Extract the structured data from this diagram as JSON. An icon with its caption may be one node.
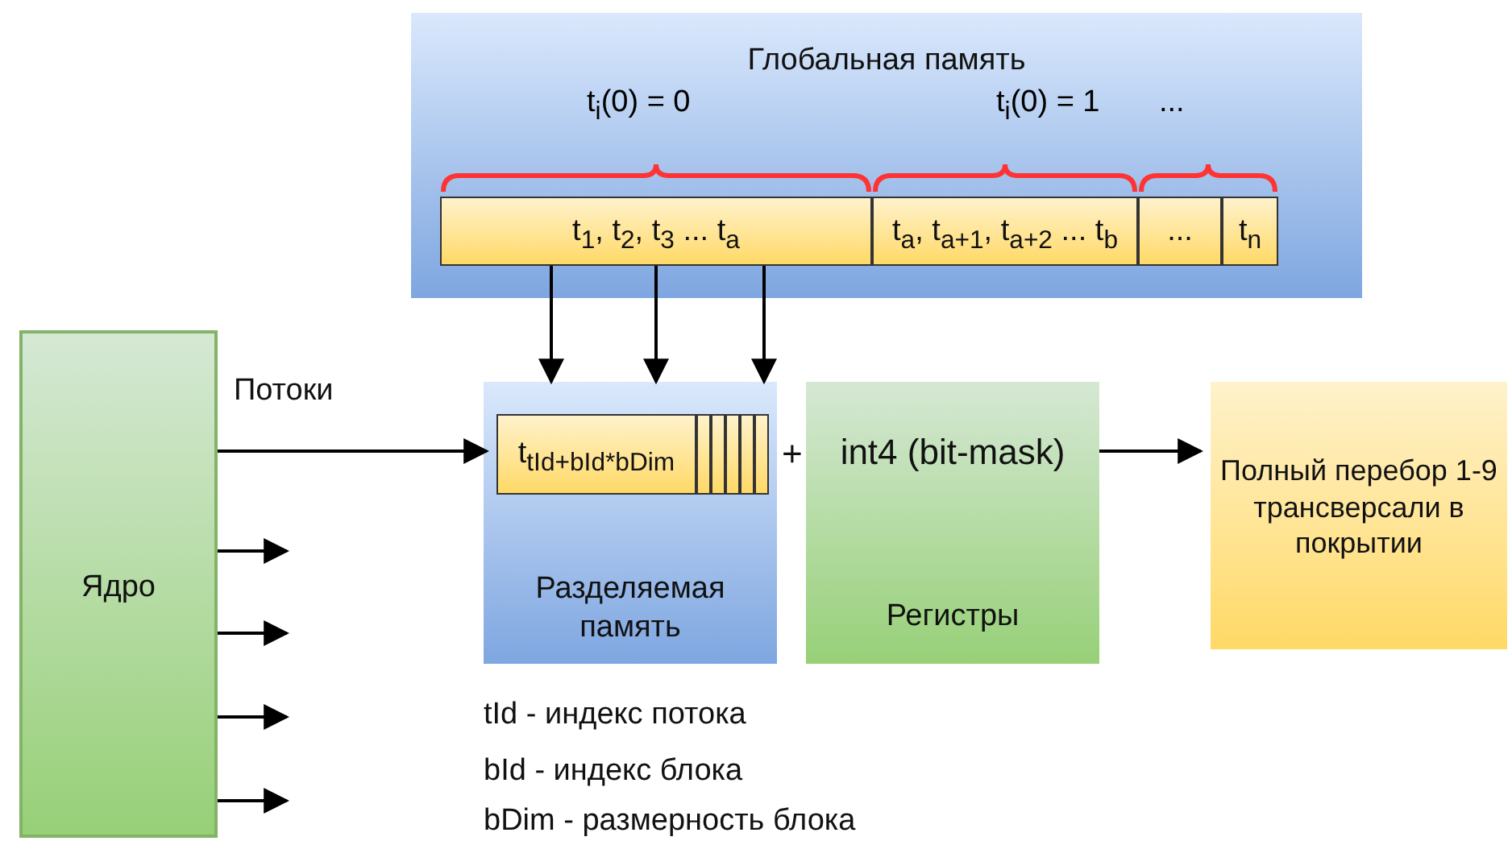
{
  "diagram": {
    "nodes": [
      {
        "text": [
          "Глобальная память"
        ]
      },
      {
        "text": [
          "t$_{1}$, t$_{2}$, t$_{3}$ ... t$_{a}$"
        ],
        "beside": [
          "t$_{i}$(0) = 0"
        ],
        "in": 0
      },
      {
        "text": [
          "t$_{a}$, t$_{a+1}$, t$_{a+2}$ ... t$_{b}$"
        ],
        "beside": [
          "t$_{i}$(0) = 1"
        ],
        "in": 0
      },
      {
        "text": [
          "..."
        ],
        "beside": [
          "..."
        ],
        "in": 0
      },
      {
        "text": [
          "t$_{n}$"
        ],
        "in": 0
      },
      {
        "text": [
          "Ядро"
        ]
      },
      {
        "text": [
          "Разделяемая память"
        ]
      },
      {
        "text": [
          "t$_{tId+bId*bDim}$"
        ],
        "in": 6
      },
      {
        "text": [],
        "shape": "box",
        "in": 6
      },
      {
        "text": [],
        "shape": "box",
        "in": 6
      },
      {
        "text": [],
        "shape": "box",
        "in": 6
      },
      {
        "text": [],
        "shape": "box",
        "in": 6
      },
      {
        "text": [],
        "shape": "box",
        "in": 6
      },
      {
        "text": [
          "int4 (bit-mask)",
          "Регистры"
        ]
      },
      {
        "text": [
          "Полный перебор 1-9 трансверсали в покрытии"
        ]
      }
    ],
    "edges": [
      {
        "from": 1,
        "to": 6,
        "arrow": "to"
      },
      {
        "from": 1,
        "to": 6,
        "arrow": "to"
      },
      {
        "from": 1,
        "to": 6,
        "arrow": "to"
      },
      {
        "from": 5,
        "to": 7,
        "arrow": "to",
        "label": "Потоки"
      },
      {
        "from": 5,
        "to": null,
        "arrow": "to"
      },
      {
        "from": 5,
        "to": null,
        "arrow": "to"
      },
      {
        "from": 5,
        "to": null,
        "arrow": "to"
      },
      {
        "from": 5,
        "to": null,
        "arrow": "to"
      },
      {
        "from": 13,
        "to": 14,
        "arrow": "to"
      }
    ],
    "labels": [
      "+",
      "tId - индекс потока",
      "bId - индекс блока",
      "bDim - размерность блока"
    ]
  }
}
